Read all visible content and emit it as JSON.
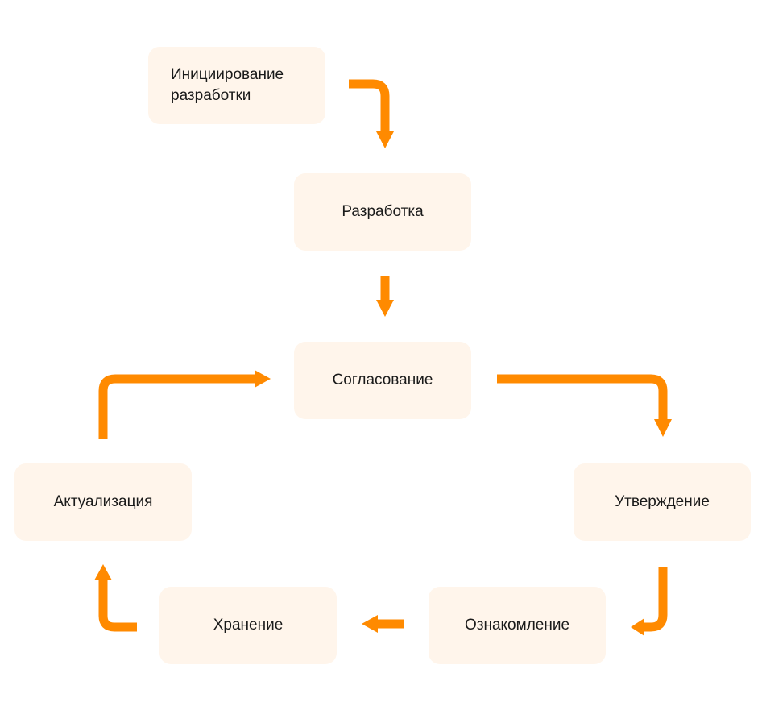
{
  "diagram": {
    "accent_color": "#FF8A00",
    "box_color": "#FFF5EB",
    "text_color": "#1a1a1a",
    "steps": {
      "initiation": "Инициирование\nразработки",
      "development": "Разработка",
      "approval": "Согласование",
      "confirmation": "Утверждение",
      "familiarization": "Ознакомление",
      "storage": "Хранение",
      "actualization": "Актуализация"
    },
    "flow": [
      [
        "initiation",
        "development"
      ],
      [
        "development",
        "approval"
      ],
      [
        "approval",
        "confirmation"
      ],
      [
        "confirmation",
        "familiarization"
      ],
      [
        "familiarization",
        "storage"
      ],
      [
        "storage",
        "actualization"
      ],
      [
        "actualization",
        "approval"
      ]
    ]
  }
}
